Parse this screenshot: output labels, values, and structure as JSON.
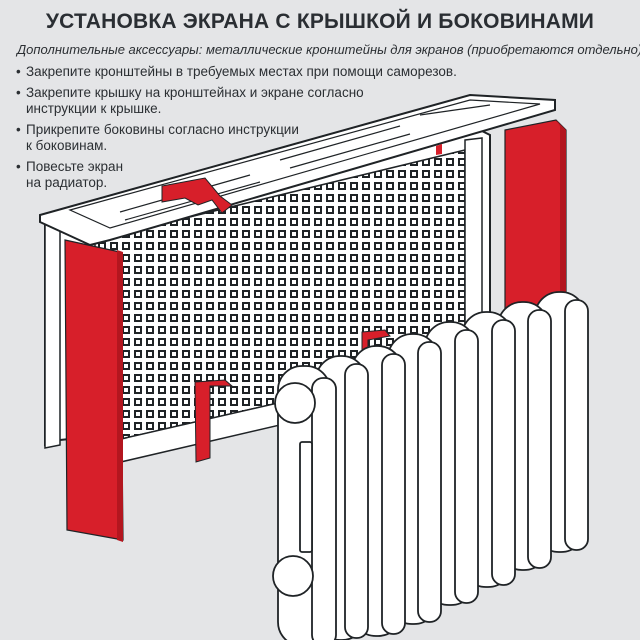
{
  "header": {
    "title": "УСТАНОВКА ЭКРАНА С КРЫШКОЙ И БОКОВИНАМИ",
    "subtitle": "Дополнительные аксессуары: металлические кронштейны для экранов (приобретаются отдельно)."
  },
  "steps": [
    {
      "text": "Закрепите кронштейны в требуемых местах при помощи саморезов."
    },
    {
      "text": "Закрепите крышку на кронштейнах и экране согласно\nинструкции к крышке."
    },
    {
      "text": "Прикрепите боковины согласно инструкции\nк боковинам."
    },
    {
      "text": "Повесьте экран\nна радиатор."
    }
  ],
  "illustration": {
    "parts": [
      "radiator-screen",
      "top-cover",
      "side-panel-left",
      "side-panel-right",
      "mounting-bracket",
      "radiator"
    ],
    "colors": {
      "background": "#e4e5e7",
      "accent_red": "#d71f2a",
      "outline": "#1f2326",
      "fill": "#ffffff"
    }
  }
}
